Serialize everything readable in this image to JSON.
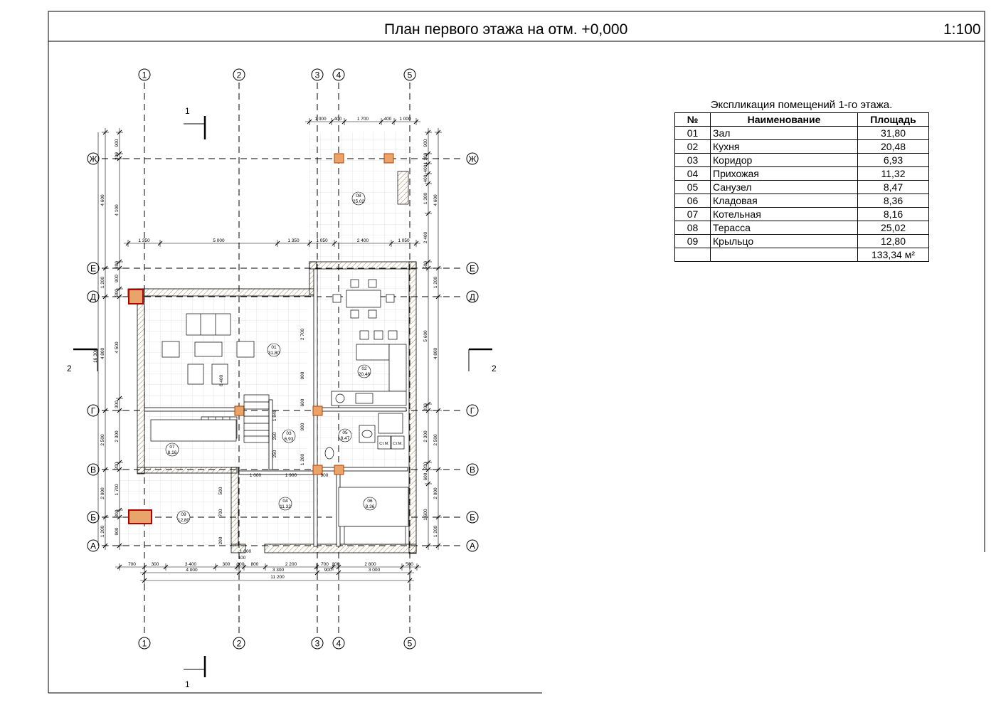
{
  "sheet": {
    "title": "План первого этажа на отм. +0,000",
    "scale": "1:100"
  },
  "explication": {
    "caption": "Экспликация помещений 1-го этажа.",
    "headers": {
      "num": "№",
      "name": "Наименование",
      "area": "Площадь"
    },
    "rows": [
      {
        "num": "01",
        "name": "Зал",
        "area": "31,80"
      },
      {
        "num": "02",
        "name": "Кухня",
        "area": "20,48"
      },
      {
        "num": "03",
        "name": "Коридор",
        "area": "6,93"
      },
      {
        "num": "04",
        "name": "Прихожая",
        "area": "11,32"
      },
      {
        "num": "05",
        "name": "Санузел",
        "area": "8,47"
      },
      {
        "num": "06",
        "name": "Кладовая",
        "area": "8,36"
      },
      {
        "num": "07",
        "name": "Котельная",
        "area": "8,16"
      },
      {
        "num": "08",
        "name": "Терасса",
        "area": "25,02"
      },
      {
        "num": "09",
        "name": "Крыльцо",
        "area": "12,80"
      }
    ],
    "total": "133,34 м²"
  },
  "plan": {
    "axes_vertical": [
      "1",
      "2",
      "3",
      "4",
      "5"
    ],
    "axes_horizontal": [
      "Ж",
      "Е",
      "Д",
      "Г",
      "В",
      "Б",
      "А"
    ],
    "section_marks": {
      "s1": "1",
      "s2": "2"
    },
    "rooms": [
      {
        "num": "01",
        "area": "31,80"
      },
      {
        "num": "02",
        "area": "20,48"
      },
      {
        "num": "03",
        "area": "6,93"
      },
      {
        "num": "04",
        "area": "11,32"
      },
      {
        "num": "05",
        "area": "8,47"
      },
      {
        "num": "06",
        "area": "8,36"
      },
      {
        "num": "07",
        "area": "8,16"
      },
      {
        "num": "08",
        "area": "25,02"
      },
      {
        "num": "09",
        "area": "12,80"
      }
    ],
    "dims_bottom_1": [
      "700",
      "300",
      "3 400",
      "300",
      "300",
      "800",
      "2 200",
      "700",
      "200",
      "2 800",
      "500"
    ],
    "dims_bottom_2": [
      "4 000",
      "3 300",
      "900",
      "3 000"
    ],
    "dims_bottom_total": "11 200",
    "dims_top_terrace": [
      "1 000",
      "400",
      "1 700",
      "400",
      "1 000"
    ],
    "dims_mid_top": [
      "1 350",
      "5 000",
      "1 350",
      "1 050",
      "2 400",
      "1 050"
    ],
    "dims_left_outer": [
      "4 600",
      "1 200",
      "4 800",
      "2 500",
      "2 000",
      "1 200"
    ],
    "dims_left_inner": [
      "900",
      "200",
      "4 100",
      "300",
      "900",
      "300",
      "4 500",
      "300",
      "2 300",
      "200",
      "1 700",
      "300",
      "900"
    ],
    "dims_left_overall": "16 300",
    "dims_right_outer": [
      "4 600",
      "1 200",
      "4 800",
      "2 500",
      "2 000",
      "1 200"
    ],
    "dims_right_inner": [
      "900",
      "1 100",
      "400",
      "400",
      "1 300",
      "2 400",
      "500",
      "5 600",
      "200",
      "2 300",
      "200",
      "600",
      "1 600"
    ],
    "dims_inner_misc": [
      "2 700",
      "900",
      "600",
      "1 840",
      "250",
      "900",
      "250",
      "1 000",
      "1 900",
      "1 200",
      "900",
      "500",
      "700",
      "1 000",
      "100",
      "200",
      "6 400"
    ],
    "equipment_labels": {
      "wm1": "Ст.М.",
      "wm2": "Ст.М."
    }
  }
}
